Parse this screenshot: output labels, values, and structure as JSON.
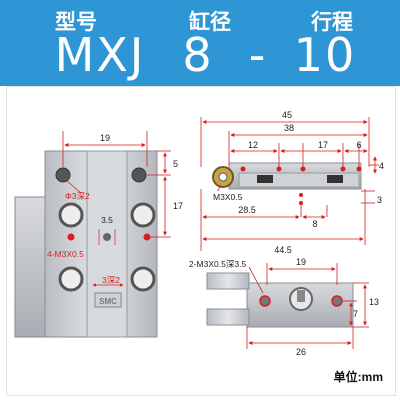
{
  "header": {
    "model_label": "型号",
    "bore_label": "缸径",
    "stroke_label": "行程",
    "model": "MXJ",
    "bore": "8",
    "separator": "-",
    "stroke": "10"
  },
  "front_view": {
    "width_dim": "19",
    "top_dim": "5",
    "height_dim": "17",
    "hole_note": "Φ3深2",
    "small_dim": "3.5",
    "thread_note": "4-M3X0.5",
    "depth_note": "3深2",
    "brand": "SMC"
  },
  "side_view": {
    "overall_length": "45",
    "length_38": "38",
    "dim_12": "12",
    "dim_17": "17",
    "dim_6": "6",
    "dim_4": "4",
    "thread_note": "M3X0.5",
    "dim_3": "3",
    "dim_28_5": "28.5",
    "dim_8": "8",
    "dim_44_5": "44.5"
  },
  "bottom_view": {
    "thread_note": "2-M3X0.5深3.5",
    "width_dim": "19",
    "height_dim": "13",
    "dim_7": "7",
    "length_dim": "26"
  },
  "unit_label": "单位:mm",
  "colors": {
    "header_bg": "#2f96d6",
    "dimension_red": "#d81e1e",
    "metal": "#c9ccd1"
  }
}
